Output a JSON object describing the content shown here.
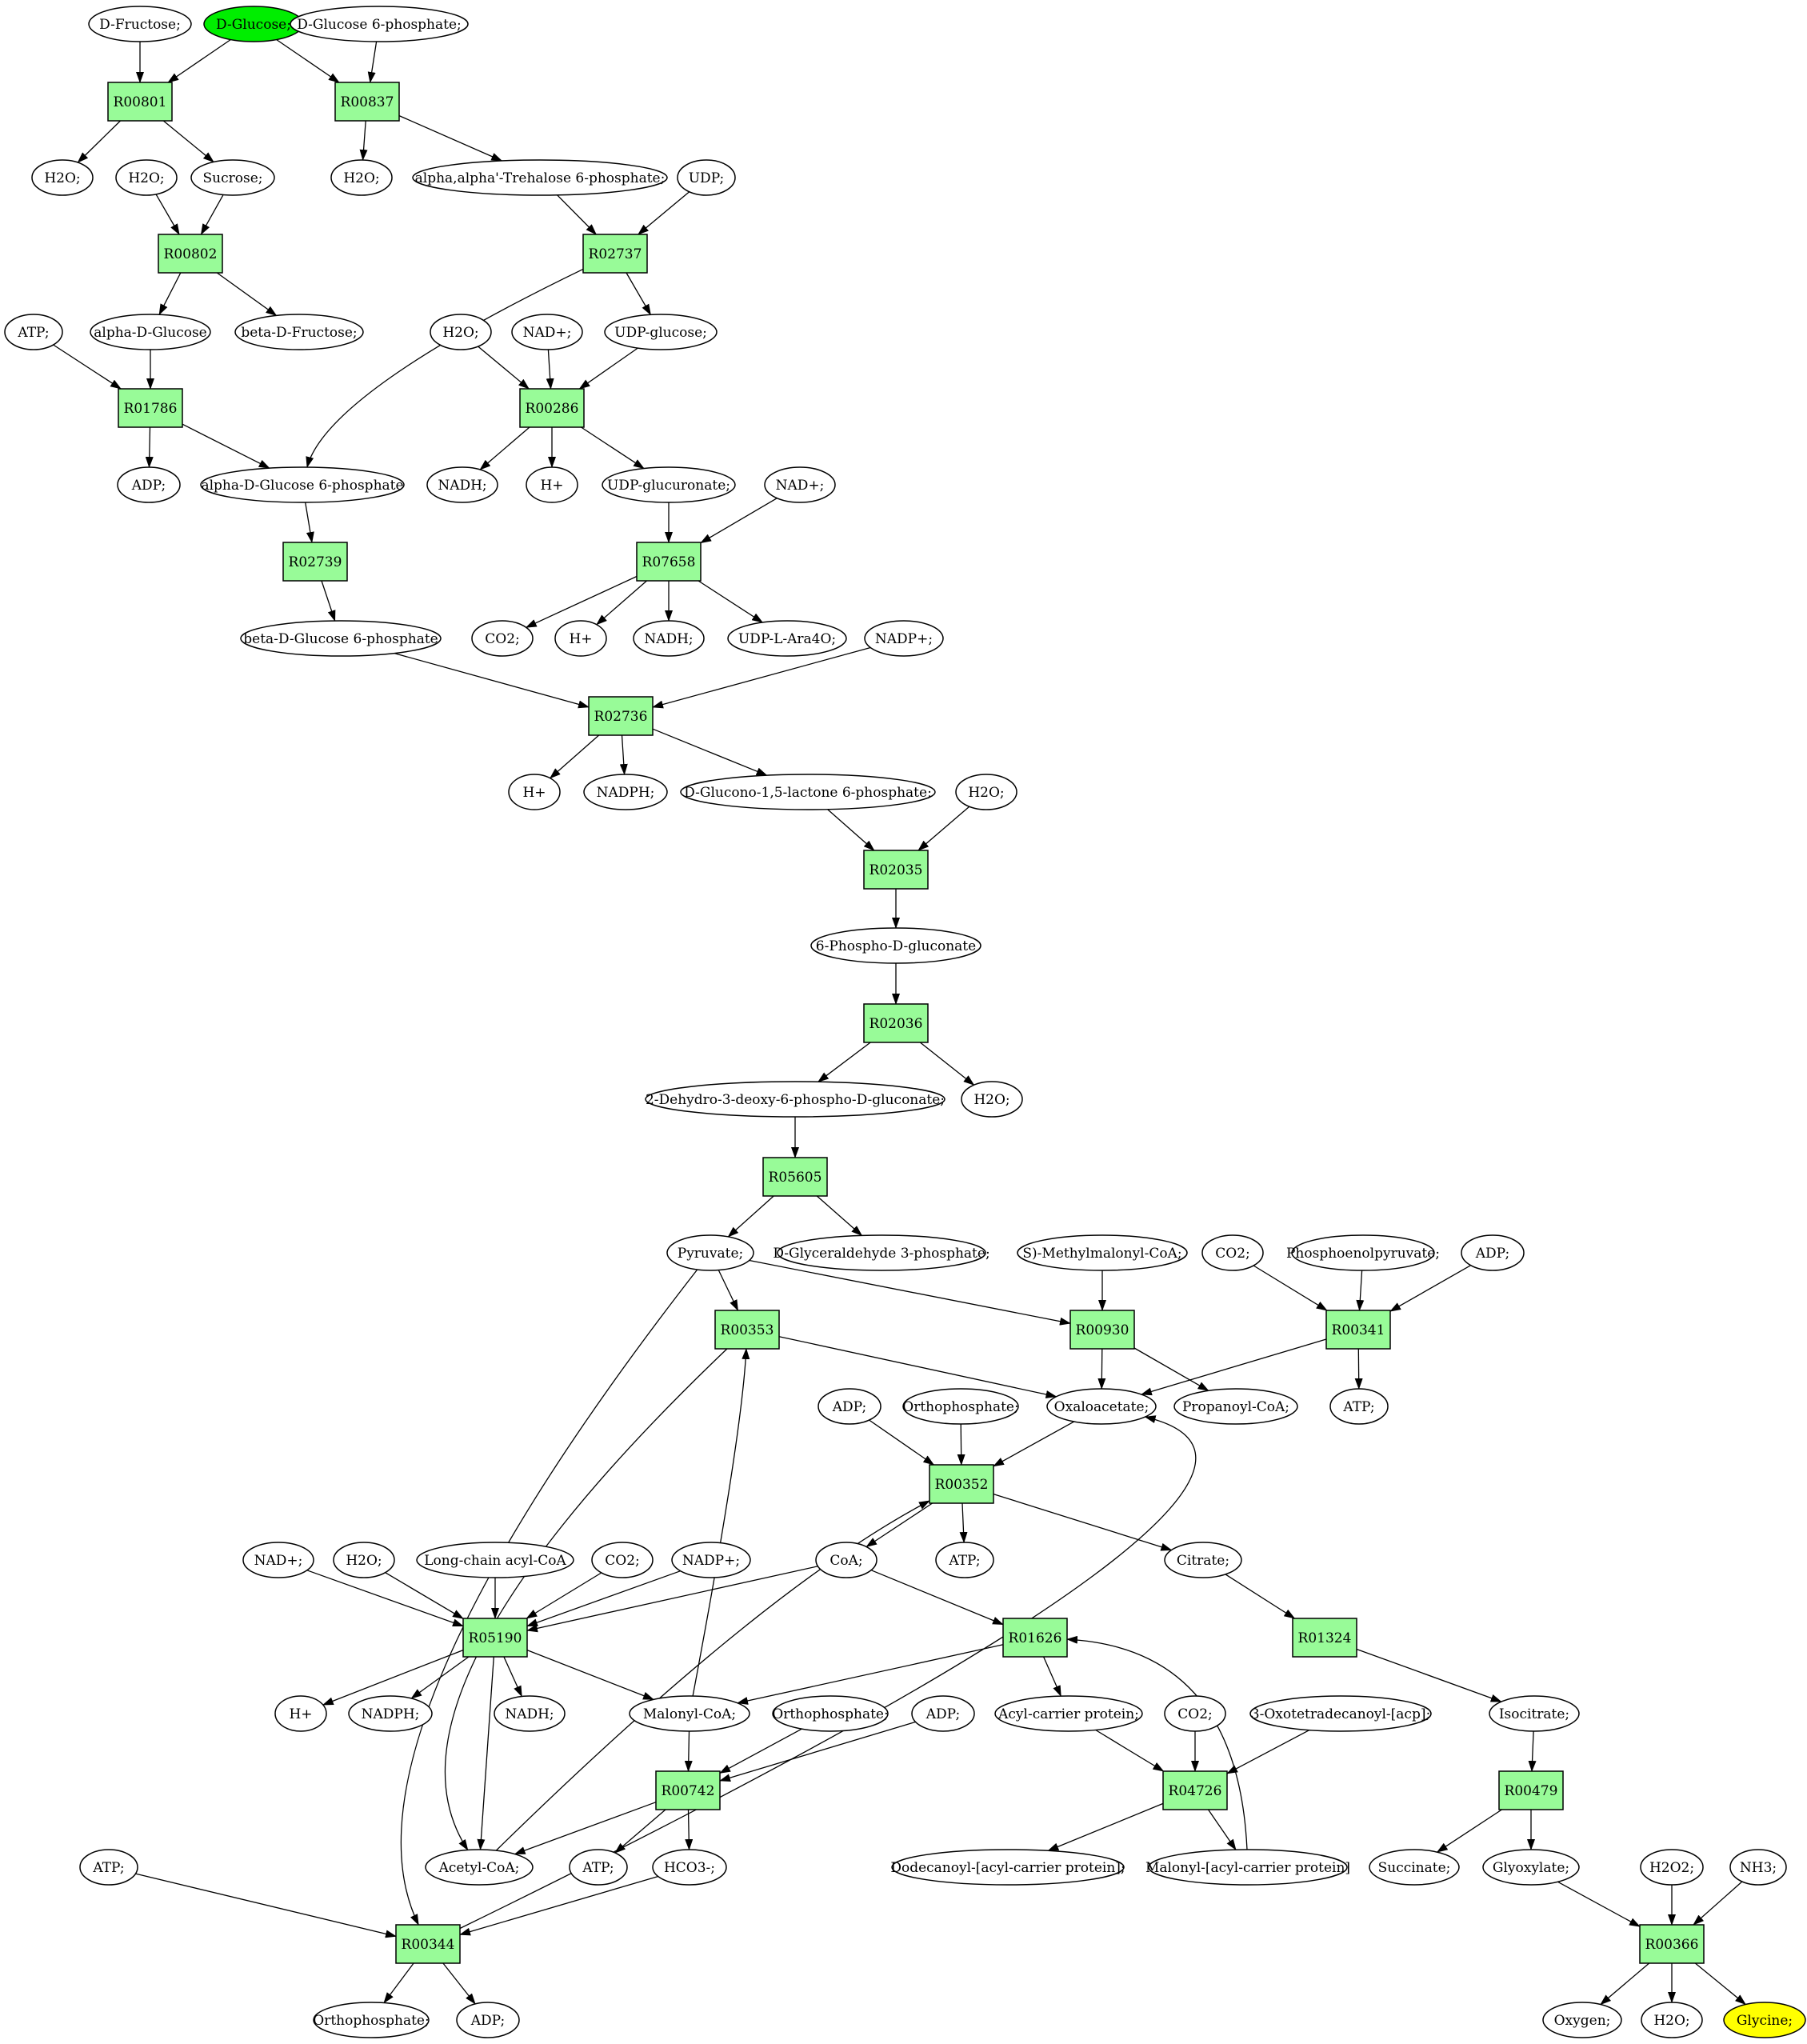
{
  "colors": {
    "reaction_fill": "#98fb98",
    "start_fill": "#00ee00",
    "end_fill": "#ffff00",
    "compound_fill": "#ffffff"
  },
  "nodes": [
    {
      "id": "c_dfructose",
      "label": "D-Fructose;",
      "shape": "ellipse",
      "role": "compound"
    },
    {
      "id": "c_dglucose",
      "label": "D-Glucose;",
      "shape": "ellipse",
      "role": "start"
    },
    {
      "id": "c_dg6p_top",
      "label": "D-Glucose 6-phosphate;",
      "shape": "ellipse",
      "role": "compound"
    },
    {
      "id": "r_R00801",
      "label": "R00801",
      "shape": "box",
      "role": "reaction"
    },
    {
      "id": "r_R00837",
      "label": "R00837",
      "shape": "box",
      "role": "reaction"
    },
    {
      "id": "c_h2o_1",
      "label": "H2O;",
      "shape": "ellipse",
      "role": "compound"
    },
    {
      "id": "c_h2o_2",
      "label": "H2O;",
      "shape": "ellipse",
      "role": "compound"
    },
    {
      "id": "c_sucrose",
      "label": "Sucrose;",
      "shape": "ellipse",
      "role": "compound"
    },
    {
      "id": "c_h2o_3",
      "label": "H2O;",
      "shape": "ellipse",
      "role": "compound"
    },
    {
      "id": "c_trehalose6p",
      "label": "alpha,alpha'-Trehalose 6-phosphate;",
      "shape": "ellipse",
      "role": "compound"
    },
    {
      "id": "c_udp",
      "label": "UDP;",
      "shape": "ellipse",
      "role": "compound"
    },
    {
      "id": "r_R00802",
      "label": "R00802",
      "shape": "box",
      "role": "reaction"
    },
    {
      "id": "r_R02737",
      "label": "R02737",
      "shape": "box",
      "role": "reaction"
    },
    {
      "id": "c_atp_1",
      "label": "ATP;",
      "shape": "ellipse",
      "role": "compound"
    },
    {
      "id": "c_alphadglucose",
      "label": "alpha-D-Glucose",
      "shape": "ellipse",
      "role": "compound"
    },
    {
      "id": "c_betadfructose",
      "label": "beta-D-Fructose;",
      "shape": "ellipse",
      "role": "compound"
    },
    {
      "id": "c_h2o_4",
      "label": "H2O;",
      "shape": "ellipse",
      "role": "compound"
    },
    {
      "id": "c_nad_1",
      "label": "NAD+;",
      "shape": "ellipse",
      "role": "compound"
    },
    {
      "id": "c_udpglucose",
      "label": "UDP-glucose;",
      "shape": "ellipse",
      "role": "compound"
    },
    {
      "id": "r_R01786",
      "label": "R01786",
      "shape": "box",
      "role": "reaction"
    },
    {
      "id": "r_R00286",
      "label": "R00286",
      "shape": "box",
      "role": "reaction"
    },
    {
      "id": "c_adp_1",
      "label": "ADP;",
      "shape": "ellipse",
      "role": "compound"
    },
    {
      "id": "c_alphag6p",
      "label": "alpha-D-Glucose 6-phosphate",
      "shape": "ellipse",
      "role": "compound"
    },
    {
      "id": "c_nadh_1",
      "label": "NADH;",
      "shape": "ellipse",
      "role": "compound"
    },
    {
      "id": "c_hplus_1",
      "label": "H+",
      "shape": "ellipse",
      "role": "compound"
    },
    {
      "id": "c_udpglucuronate",
      "label": "UDP-glucuronate;",
      "shape": "ellipse",
      "role": "compound"
    },
    {
      "id": "c_nad_2",
      "label": "NAD+;",
      "shape": "ellipse",
      "role": "compound"
    },
    {
      "id": "r_R02739",
      "label": "R02739",
      "shape": "box",
      "role": "reaction"
    },
    {
      "id": "r_R07658",
      "label": "R07658",
      "shape": "box",
      "role": "reaction"
    },
    {
      "id": "c_betag6p",
      "label": "beta-D-Glucose 6-phosphate",
      "shape": "ellipse",
      "role": "compound"
    },
    {
      "id": "c_co2_1",
      "label": "CO2;",
      "shape": "ellipse",
      "role": "compound"
    },
    {
      "id": "c_hplus_2",
      "label": "H+",
      "shape": "ellipse",
      "role": "compound"
    },
    {
      "id": "c_nadh_2",
      "label": "NADH;",
      "shape": "ellipse",
      "role": "compound"
    },
    {
      "id": "c_udplara4o",
      "label": "UDP-L-Ara4O;",
      "shape": "ellipse",
      "role": "compound"
    },
    {
      "id": "c_nadp_1",
      "label": "NADP+;",
      "shape": "ellipse",
      "role": "compound"
    },
    {
      "id": "r_R02736",
      "label": "R02736",
      "shape": "box",
      "role": "reaction"
    },
    {
      "id": "c_hplus_3",
      "label": "H+",
      "shape": "ellipse",
      "role": "compound"
    },
    {
      "id": "c_nadph_1",
      "label": "NADPH;",
      "shape": "ellipse",
      "role": "compound"
    },
    {
      "id": "c_dglucono",
      "label": "D-Glucono-1,5-lactone 6-phosphate;",
      "shape": "ellipse",
      "role": "compound"
    },
    {
      "id": "c_h2o_5",
      "label": "H2O;",
      "shape": "ellipse",
      "role": "compound"
    },
    {
      "id": "r_R02035",
      "label": "R02035",
      "shape": "box",
      "role": "reaction"
    },
    {
      "id": "c_6pgluconate",
      "label": "6-Phospho-D-gluconate",
      "shape": "ellipse",
      "role": "compound"
    },
    {
      "id": "r_R02036",
      "label": "R02036",
      "shape": "box",
      "role": "reaction"
    },
    {
      "id": "c_kdpg",
      "label": "2-Dehydro-3-deoxy-6-phospho-D-gluconate;",
      "shape": "ellipse",
      "role": "compound"
    },
    {
      "id": "c_h2o_6",
      "label": "H2O;",
      "shape": "ellipse",
      "role": "compound"
    },
    {
      "id": "r_R05605",
      "label": "R05605",
      "shape": "box",
      "role": "reaction"
    },
    {
      "id": "c_pyruvate",
      "label": "Pyruvate;",
      "shape": "ellipse",
      "role": "compound"
    },
    {
      "id": "c_gap",
      "label": "D-Glyceraldehyde 3-phosphate;",
      "shape": "ellipse",
      "role": "compound"
    },
    {
      "id": "c_smethylmalonyl",
      "label": "S)-Methylmalonyl-CoA;",
      "shape": "ellipse",
      "role": "compound"
    },
    {
      "id": "c_co2_2",
      "label": "CO2;",
      "shape": "ellipse",
      "role": "compound"
    },
    {
      "id": "c_pep",
      "label": "Phosphoenolpyruvate;",
      "shape": "ellipse",
      "role": "compound"
    },
    {
      "id": "c_adp_2",
      "label": "ADP;",
      "shape": "ellipse",
      "role": "compound"
    },
    {
      "id": "r_R00353",
      "label": "R00353",
      "shape": "box",
      "role": "reaction"
    },
    {
      "id": "r_R00930",
      "label": "R00930",
      "shape": "box",
      "role": "reaction"
    },
    {
      "id": "r_R00341",
      "label": "R00341",
      "shape": "box",
      "role": "reaction"
    },
    {
      "id": "c_adp_3",
      "label": "ADP;",
      "shape": "ellipse",
      "role": "compound"
    },
    {
      "id": "c_orthophosphate_1",
      "label": "Orthophosphate;",
      "shape": "ellipse",
      "role": "compound"
    },
    {
      "id": "c_oxaloacetate",
      "label": "Oxaloacetate;",
      "shape": "ellipse",
      "role": "compound"
    },
    {
      "id": "c_propanoylcoa",
      "label": "Propanoyl-CoA;",
      "shape": "ellipse",
      "role": "compound"
    },
    {
      "id": "c_atp_2",
      "label": "ATP;",
      "shape": "ellipse",
      "role": "compound"
    },
    {
      "id": "r_R00352",
      "label": "R00352",
      "shape": "box",
      "role": "reaction"
    },
    {
      "id": "c_nad_3",
      "label": "NAD+;",
      "shape": "ellipse",
      "role": "compound"
    },
    {
      "id": "c_h2o_7",
      "label": "H2O;",
      "shape": "ellipse",
      "role": "compound"
    },
    {
      "id": "c_longchain",
      "label": "Long-chain acyl-CoA",
      "shape": "ellipse",
      "role": "compound"
    },
    {
      "id": "c_co2_3",
      "label": "CO2;",
      "shape": "ellipse",
      "role": "compound"
    },
    {
      "id": "c_nadp_2",
      "label": "NADP+;",
      "shape": "ellipse",
      "role": "compound"
    },
    {
      "id": "c_coa",
      "label": "CoA;",
      "shape": "ellipse",
      "role": "compound"
    },
    {
      "id": "c_atp_3",
      "label": "ATP;",
      "shape": "ellipse",
      "role": "compound"
    },
    {
      "id": "c_citrate",
      "label": "Citrate;",
      "shape": "ellipse",
      "role": "compound"
    },
    {
      "id": "r_R05190",
      "label": "R05190",
      "shape": "box",
      "role": "reaction"
    },
    {
      "id": "r_R01626",
      "label": "R01626",
      "shape": "box",
      "role": "reaction"
    },
    {
      "id": "r_R01324",
      "label": "R01324",
      "shape": "box",
      "role": "reaction"
    },
    {
      "id": "c_hplus_4",
      "label": "H+",
      "shape": "ellipse",
      "role": "compound"
    },
    {
      "id": "c_nadph_2",
      "label": "NADPH;",
      "shape": "ellipse",
      "role": "compound"
    },
    {
      "id": "c_nadh_3",
      "label": "NADH;",
      "shape": "ellipse",
      "role": "compound"
    },
    {
      "id": "c_malonylcoa",
      "label": "Malonyl-CoA;",
      "shape": "ellipse",
      "role": "compound"
    },
    {
      "id": "c_orthophosphate_2",
      "label": "Orthophosphate;",
      "shape": "ellipse",
      "role": "compound"
    },
    {
      "id": "c_adp_4",
      "label": "ADP;",
      "shape": "ellipse",
      "role": "compound"
    },
    {
      "id": "c_acp",
      "label": "Acyl-carrier protein;",
      "shape": "ellipse",
      "role": "compound"
    },
    {
      "id": "c_co2_4",
      "label": "CO2;",
      "shape": "ellipse",
      "role": "compound"
    },
    {
      "id": "c_oxotetradecanoyl",
      "label": "3-Oxotetradecanoyl-[acp];",
      "shape": "ellipse",
      "role": "compound"
    },
    {
      "id": "c_isocitrate",
      "label": "Isocitrate;",
      "shape": "ellipse",
      "role": "compound"
    },
    {
      "id": "r_R00742",
      "label": "R00742",
      "shape": "box",
      "role": "reaction"
    },
    {
      "id": "r_R04726",
      "label": "R04726",
      "shape": "box",
      "role": "reaction"
    },
    {
      "id": "r_R00479",
      "label": "R00479",
      "shape": "box",
      "role": "reaction"
    },
    {
      "id": "c_atp_4",
      "label": "ATP;",
      "shape": "ellipse",
      "role": "compound"
    },
    {
      "id": "c_acetylcoa",
      "label": "Acetyl-CoA;",
      "shape": "ellipse",
      "role": "compound"
    },
    {
      "id": "c_atp_5",
      "label": "ATP;",
      "shape": "ellipse",
      "role": "compound"
    },
    {
      "id": "c_hco3",
      "label": "HCO3-;",
      "shape": "ellipse",
      "role": "compound"
    },
    {
      "id": "c_dodecanoyl",
      "label": "Dodecanoyl-[acyl-carrier protein];",
      "shape": "ellipse",
      "role": "compound"
    },
    {
      "id": "c_malonylacp",
      "label": "Malonyl-[acyl-carrier protein]",
      "shape": "ellipse",
      "role": "compound"
    },
    {
      "id": "c_succinate",
      "label": "Succinate;",
      "shape": "ellipse",
      "role": "compound"
    },
    {
      "id": "c_glyoxylate",
      "label": "Glyoxylate;",
      "shape": "ellipse",
      "role": "compound"
    },
    {
      "id": "c_h2o2",
      "label": "H2O2;",
      "shape": "ellipse",
      "role": "compound"
    },
    {
      "id": "c_nh3",
      "label": "NH3;",
      "shape": "ellipse",
      "role": "compound"
    },
    {
      "id": "r_R00344",
      "label": "R00344",
      "shape": "box",
      "role": "reaction"
    },
    {
      "id": "r_R00366",
      "label": "R00366",
      "shape": "box",
      "role": "reaction"
    },
    {
      "id": "c_orthophosphate_3",
      "label": "Orthophosphate;",
      "shape": "ellipse",
      "role": "compound"
    },
    {
      "id": "c_adp_5",
      "label": "ADP;",
      "shape": "ellipse",
      "role": "compound"
    },
    {
      "id": "c_oxygen",
      "label": "Oxygen;",
      "shape": "ellipse",
      "role": "compound"
    },
    {
      "id": "c_h2o_8",
      "label": "H2O;",
      "shape": "ellipse",
      "role": "compound"
    },
    {
      "id": "c_glycine",
      "label": "Glycine;",
      "shape": "ellipse",
      "role": "end"
    }
  ]
}
